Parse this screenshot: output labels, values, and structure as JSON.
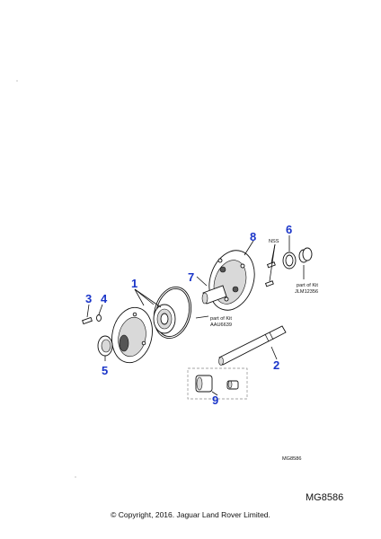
{
  "callouts": {
    "c1": "1",
    "c2": "2",
    "c3": "3",
    "c4": "4",
    "c5": "5",
    "c6": "6",
    "c7": "7",
    "c8": "8",
    "c9": "9"
  },
  "notes": {
    "nss": "NSS",
    "kit1_line1": "part of Kit",
    "kit1_line2": "JLM12356",
    "kit2_line1": "part of Kit",
    "kit2_line2": "AAU6639",
    "diagram_code": "MG8586"
  },
  "footer": {
    "ref_code": "MG8586",
    "copyright": "© Copyright, 2016. Jaguar Land Rover Limited."
  },
  "colors": {
    "callout": "#1a35c9"
  }
}
